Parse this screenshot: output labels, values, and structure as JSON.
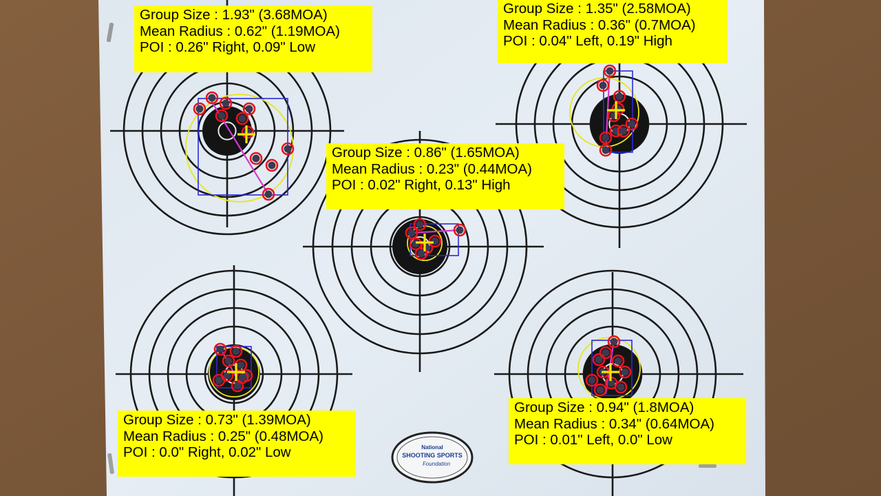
{
  "colors": {
    "background_wall": "#7d5a3d",
    "target_paper": "#e4ebf2",
    "ring_lines": "#1a1a1a",
    "bullseye": "#141414",
    "label_background": "#ffff00",
    "shot_marker": "#e8141e",
    "group_box": "#2a2ad8",
    "mean_circle": "#e6e61e",
    "extreme_spread_line": "#d23ccd",
    "poi_cross": "#f2e600"
  },
  "icons": [
    "staple-icon",
    "shot-marker-icon",
    "poi-cross-icon"
  ],
  "groups": {
    "top_left": {
      "group_size": "Group Size : 1.93\" (3.68MOA)",
      "mean_radius": "Mean Radius : 0.62\" (1.19MOA)",
      "poi": "POI : 0.26\" Right,  0.09\" Low"
    },
    "top_right": {
      "group_size": "Group Size : 1.35\" (2.58MOA)",
      "mean_radius": "Mean Radius : 0.36\" (0.7MOA)",
      "poi": "POI : 0.04\" Left,  0.19\" High"
    },
    "center": {
      "group_size": "Group Size : 0.86\" (1.65MOA)",
      "mean_radius": "Mean Radius : 0.23\" (0.44MOA)",
      "poi": "POI : 0.02\" Right,  0.13\" High"
    },
    "bottom_left": {
      "group_size": "Group Size : 0.73\" (1.39MOA)",
      "mean_radius": "Mean Radius : 0.25\" (0.48MOA)",
      "poi": "POI : 0.0\" Right,  0.02\" Low"
    },
    "bottom_right": {
      "group_size": "Group Size : 0.94\" (1.8MOA)",
      "mean_radius": "Mean Radius : 0.34\" (0.64MOA)",
      "poi": "POI : 0.01\" Left,  0.0\" Low"
    }
  },
  "logo": {
    "line1": "National",
    "line2": "SHOOTING SPORTS",
    "line3": "Foundation"
  }
}
